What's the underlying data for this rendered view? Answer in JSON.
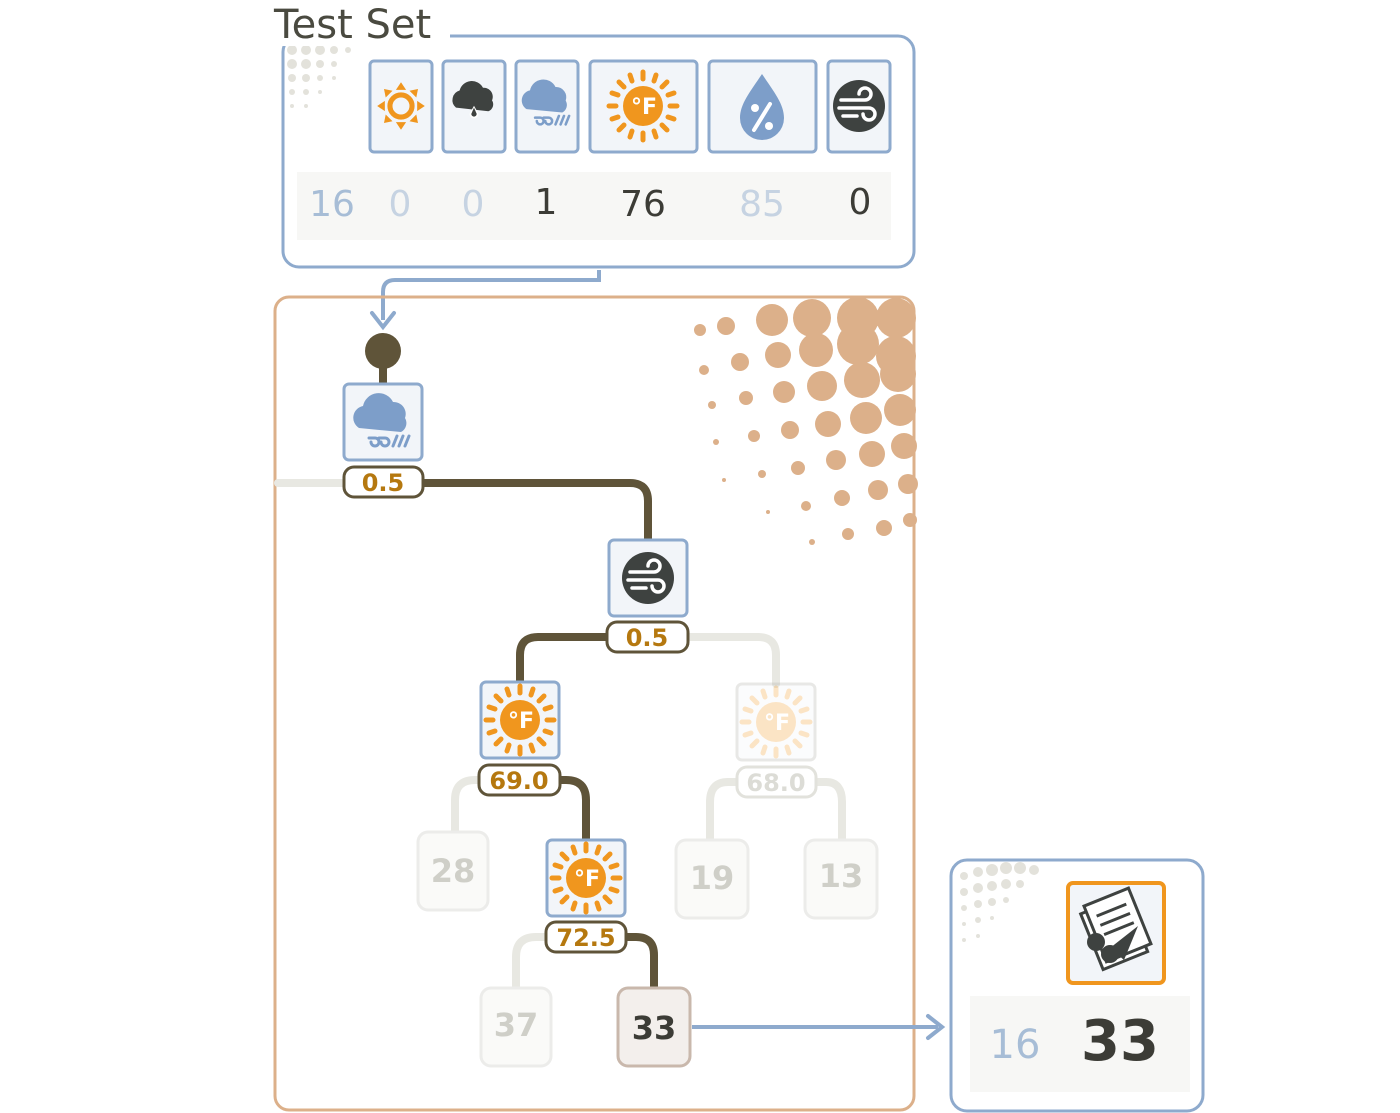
{
  "test_set": {
    "title": "Test Set",
    "feature_icons": [
      "sun-icon",
      "rain-cloud-icon",
      "cloud-wind-icon",
      "temperature-icon",
      "humidity-icon",
      "wind-icon"
    ],
    "row": {
      "index": "16",
      "values": [
        "0",
        "0",
        "1",
        "76",
        "85",
        "0"
      ]
    }
  },
  "tree": {
    "root": {
      "icon": "cloud-wind-icon",
      "threshold": "0.5"
    },
    "wind_split": {
      "icon": "wind-icon",
      "threshold": "0.5"
    },
    "temp_split_left": {
      "icon": "temperature-icon",
      "threshold": "69.0"
    },
    "temp_split_right": {
      "icon": "temperature-icon",
      "threshold": "68.0"
    },
    "temp_split_deep": {
      "icon": "temperature-icon",
      "threshold": "72.5"
    },
    "leaves": {
      "leaf_28": "28",
      "leaf_19": "19",
      "leaf_13": "13",
      "leaf_37": "37",
      "leaf_33": "33"
    }
  },
  "result": {
    "icon": "ice-cream-cone-icon",
    "index": "16",
    "value": "33"
  },
  "colors": {
    "blue_border": "#8eaacd",
    "orange_border": "#dcb08a",
    "active_path": "#5f5439",
    "inactive_path": "#e8e8e2",
    "accent_orange": "#f0961e",
    "dark_icon": "#3e4240",
    "cloud_blue": "#7d9ec9"
  }
}
